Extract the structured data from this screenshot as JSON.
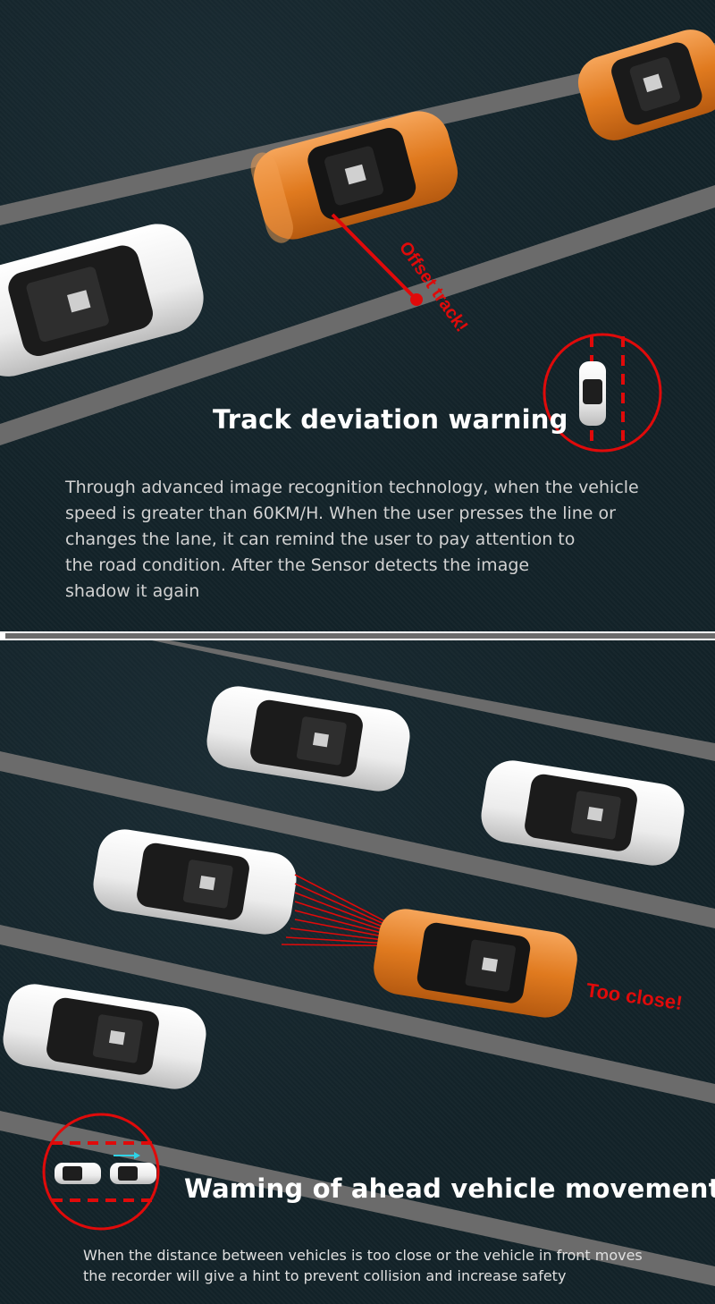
{
  "section_track": {
    "title": "Track deviation warning",
    "description_lines": [
      "Through advanced image recognition technology, when the vehicle",
      "speed is greater than 60KM/H. When the user presses the line or",
      "changes the lane, it can remind the user to pay attention to",
      "the road condition. After the Sensor detects the image",
      "shadow it again"
    ],
    "callout": "Offset track!"
  },
  "section_ahead": {
    "title": "Waming of ahead vehicle movement",
    "description_lines": [
      "When the distance between vehicles is too close or the vehicle in front moves",
      "the recorder will give a hint to prevent collision and increase safety"
    ],
    "callout": "Too close!"
  },
  "colors": {
    "background": "#132329",
    "lane_line": "#6b6b6b",
    "warning_red": "#e00a0a",
    "car_orange": "#e07a1f",
    "car_white": "#f2f2f2",
    "arrow_cyan": "#2fd2e6"
  },
  "icons": {
    "lane_badge": "lane-deviation-icon",
    "distance_badge": "forward-distance-icon"
  }
}
